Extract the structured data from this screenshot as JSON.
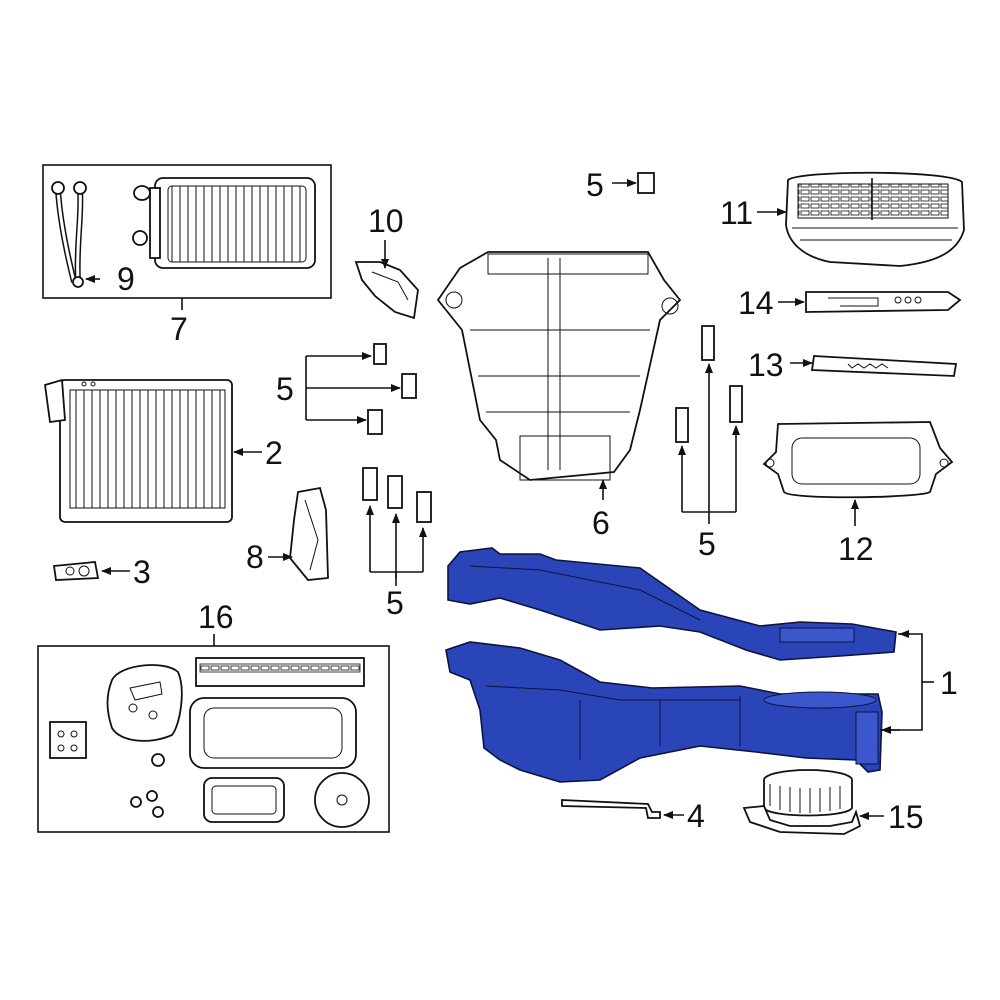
{
  "diagram": {
    "highlight_color": "#2a45b8",
    "line_color": "#111111",
    "callouts": {
      "c1": "1",
      "c2": "2",
      "c3": "3",
      "c4": "4",
      "c5a": "5",
      "c5b": "5",
      "c5c": "5",
      "c5d": "5",
      "c6": "6",
      "c7": "7",
      "c8": "8",
      "c9": "9",
      "c10": "10",
      "c11": "11",
      "c12": "12",
      "c13": "13",
      "c14": "14",
      "c15": "15",
      "c16": "16"
    }
  }
}
